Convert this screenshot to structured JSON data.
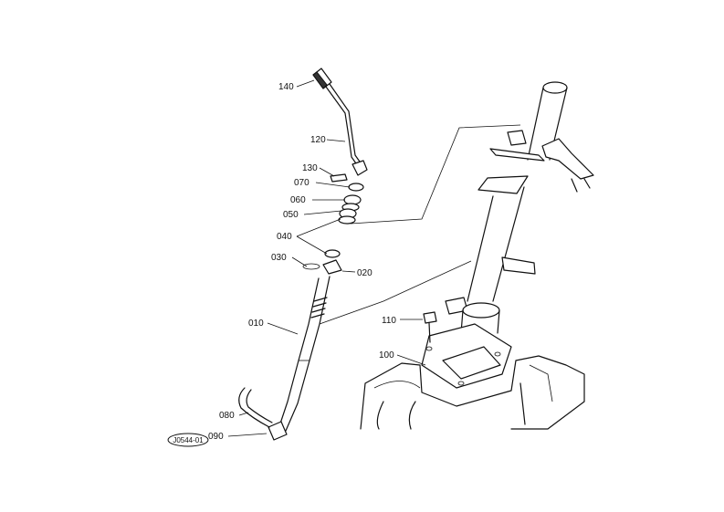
{
  "parts": [
    {
      "id": "p140",
      "number": "140"
    },
    {
      "id": "p120",
      "number": "120"
    },
    {
      "id": "p130",
      "number": "130"
    },
    {
      "id": "p070",
      "number": "070"
    },
    {
      "id": "p060",
      "number": "060"
    },
    {
      "id": "p050",
      "number": "050"
    },
    {
      "id": "p040",
      "number": "040"
    },
    {
      "id": "p030",
      "number": "030"
    },
    {
      "id": "p020",
      "number": "020"
    },
    {
      "id": "p010",
      "number": "010"
    },
    {
      "id": "p110",
      "number": "110"
    },
    {
      "id": "p100",
      "number": "100"
    },
    {
      "id": "p080",
      "number": "080"
    },
    {
      "id": "p090",
      "number": "090"
    }
  ],
  "reference_code": "J0544-01"
}
